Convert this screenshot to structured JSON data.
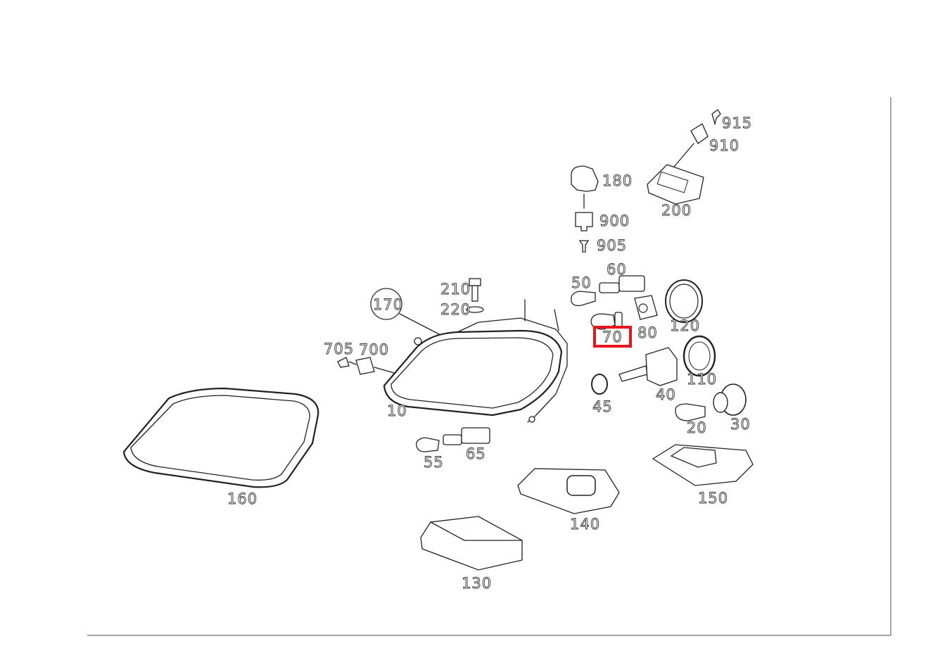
{
  "diagram": {
    "highlighted_part": "70",
    "highlight_color": "#e8141c",
    "labels": {
      "p915": "915",
      "p910": "910",
      "p180": "180",
      "p200": "200",
      "p900": "900",
      "p905": "905",
      "p60": "60",
      "p50": "50",
      "p210": "210",
      "p220": "220",
      "p170": "170",
      "p70": "70",
      "p80": "80",
      "p120": "120",
      "p705": "705",
      "p700": "700",
      "p110": "110",
      "p40": "40",
      "p10": "10",
      "p45": "45",
      "p20": "20",
      "p30": "30",
      "p55": "55",
      "p65": "65",
      "p160": "160",
      "p150": "150",
      "p140": "140",
      "p130": "130"
    }
  }
}
